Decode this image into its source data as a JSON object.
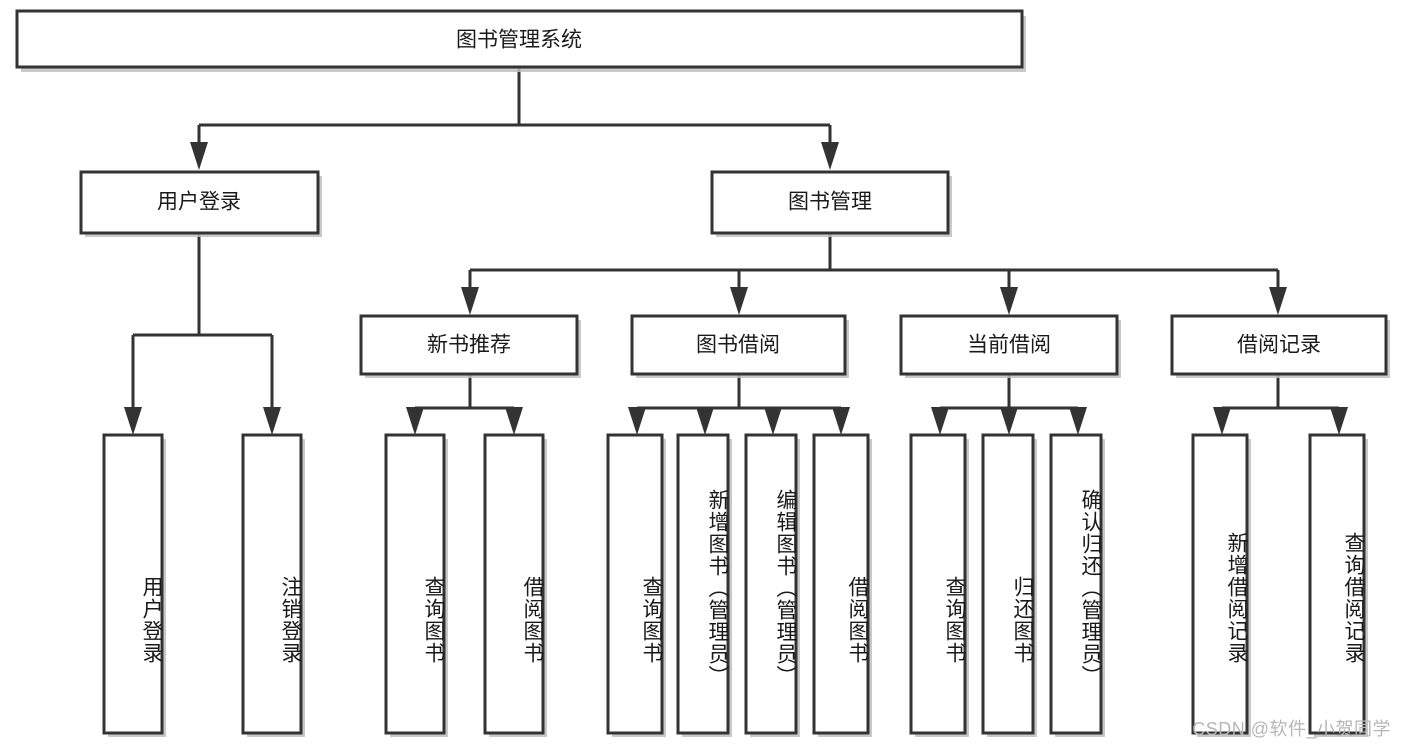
{
  "diagram": {
    "type": "tree-hierarchy-chart",
    "title": "图书管理系统",
    "orientation": "top-down",
    "colors": {
      "box_fill": "#ffffff",
      "box_stroke": "#333333",
      "text": "#1a1a1a",
      "shadow": "#bfbfbf",
      "background": "#ffffff",
      "watermark": "#b6b6b6"
    },
    "root": {
      "label": "图书管理系统"
    },
    "level2": [
      {
        "label": "用户登录"
      },
      {
        "label": "图书管理"
      }
    ],
    "level3": [
      {
        "label": "新书推荐"
      },
      {
        "label": "图书借阅"
      },
      {
        "label": "当前借阅"
      },
      {
        "label": "借阅记录"
      }
    ],
    "leaves": {
      "user_login": [
        {
          "label": "用户登录"
        },
        {
          "label": "注销登录"
        }
      ],
      "new_book_recommend": [
        {
          "label": "查询图书"
        },
        {
          "label": "借阅图书"
        }
      ],
      "book_borrow": [
        {
          "label": "查询图书"
        },
        {
          "label": "新增图书（管理员）"
        },
        {
          "label": "编辑图书（管理员）"
        },
        {
          "label": "借阅图书"
        }
      ],
      "current_borrow": [
        {
          "label": "查询图书"
        },
        {
          "label": "归还图书"
        },
        {
          "label": "确认归还（管理员）"
        }
      ],
      "borrow_record": [
        {
          "label": "新增借阅记录"
        },
        {
          "label": "查询借阅记录"
        }
      ]
    }
  },
  "watermark": {
    "text": "CSDN @软件_小贺同学"
  }
}
